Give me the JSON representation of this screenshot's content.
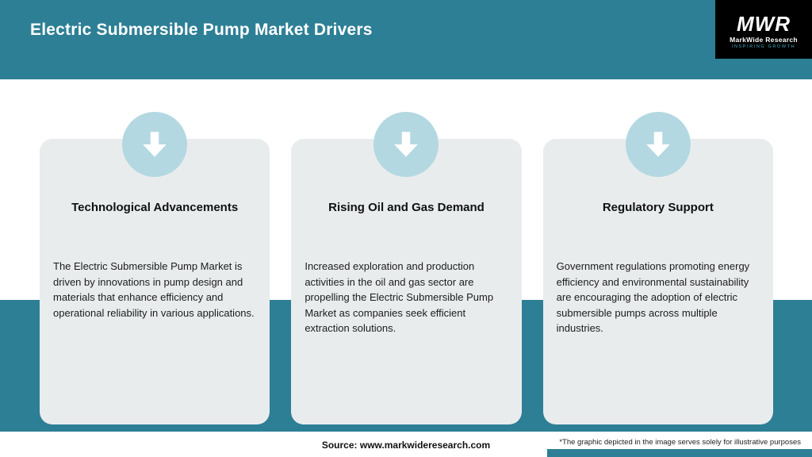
{
  "header": {
    "title": "Electric Submersible Pump Market Drivers",
    "logo": {
      "brand": "MWR",
      "name": "MarkWide Research",
      "tagline": "Inspiring Growth"
    }
  },
  "cards": [
    {
      "title": "Technological Advancements",
      "body": "The Electric Submersible Pump Market is driven by innovations in pump design and materials that enhance efficiency and operational reliability in various applications."
    },
    {
      "title": "Rising Oil and Gas Demand",
      "body": "Increased exploration and production activities in the oil and gas sector are propelling the Electric Submersible Pump Market as companies seek efficient extraction solutions."
    },
    {
      "title": "Regulatory Support",
      "body": "Government regulations promoting energy efficiency and environmental sustainability are encouraging the adoption of electric submersible pumps across multiple industries."
    }
  ],
  "footer": {
    "source": "Source: www.markwideresearch.com",
    "disclaimer": "*The graphic depicted in the image serves solely for illustrative purposes"
  },
  "colors": {
    "teal": "#2d7f95",
    "light_blue_circle": "#b3d8e2",
    "card_gray": "#e9eced",
    "logo_black": "#000000",
    "tagline_teal": "#3fa8bf"
  }
}
